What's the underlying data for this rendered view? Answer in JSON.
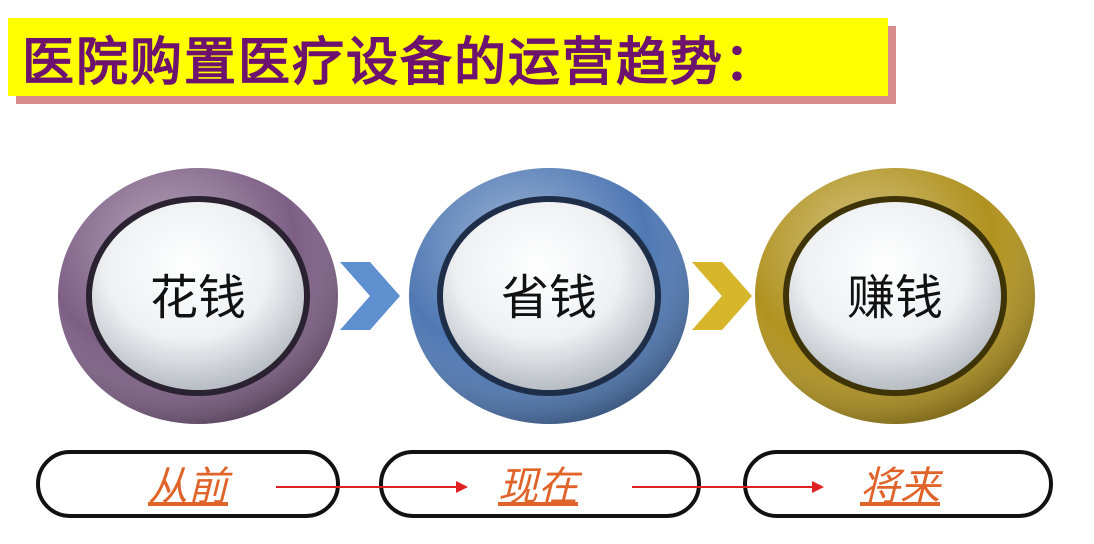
{
  "title": "医院购置医疗设备的运营趋势：",
  "stages": [
    {
      "label": "花钱",
      "ring_color": "#7d5f85"
    },
    {
      "label": "省钱",
      "ring_color": "#4f78b3"
    },
    {
      "label": "赚钱",
      "ring_color": "#b0921f"
    }
  ],
  "chevrons": [
    {
      "color": "#5e8fcf"
    },
    {
      "color": "#d7b52a"
    }
  ],
  "timeline": [
    {
      "label": "从前"
    },
    {
      "label": "现在"
    },
    {
      "label": "将来"
    }
  ],
  "colors": {
    "title_bg": "#ffff00",
    "title_text": "#6e1270",
    "timeline_text": "#e0642a",
    "arrow": "#e02020"
  }
}
